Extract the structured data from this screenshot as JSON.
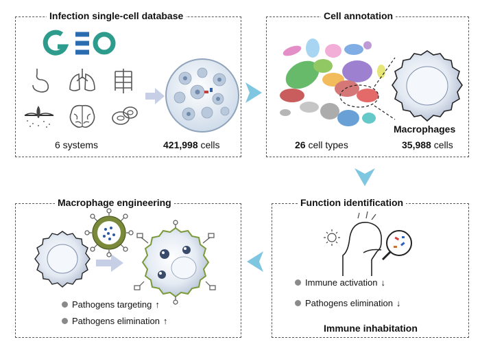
{
  "panels": {
    "database": {
      "title": "Infection single-cell database",
      "logo": "GEO",
      "systems_label": "6 systems",
      "cells_count": "421,998",
      "cells_label": " cells"
    },
    "annotation": {
      "title": "Cell annotation",
      "types_count": "26",
      "types_label": " cell types",
      "macro_label": "Macrophages",
      "macro_count": "35,988",
      "macro_cells_label": " cells"
    },
    "engineering": {
      "title": "Macrophage engineering",
      "bullets": [
        {
          "text": "Pathogens targeting",
          "arrow": "↑"
        },
        {
          "text": "Pathogens elimination",
          "arrow": "↑"
        }
      ]
    },
    "function": {
      "title": "Function identification",
      "bullets": [
        {
          "text": "Immune activation",
          "arrow": "↓"
        },
        {
          "text": "Pathogens elimination",
          "arrow": "↓"
        }
      ],
      "footer": "Immune inhabitation"
    }
  },
  "colors": {
    "flow_arrow": "#7fc6e0",
    "cell_fill": "#d8e2ee",
    "geo_green": "#2e9c8c",
    "geo_blue": "#2b6cb0"
  }
}
